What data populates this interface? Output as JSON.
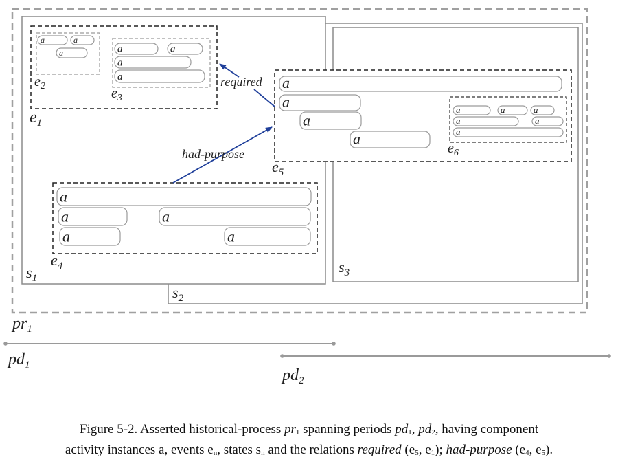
{
  "diagram": {
    "process": {
      "label": "pr",
      "sub": "1"
    },
    "states": [
      {
        "id": "s1",
        "label": "s",
        "sub": "1"
      },
      {
        "id": "s2",
        "label": "s",
        "sub": "2"
      },
      {
        "id": "s3",
        "label": "s",
        "sub": "3"
      }
    ],
    "events": [
      {
        "id": "e1",
        "label": "e",
        "sub": "1"
      },
      {
        "id": "e2",
        "label": "e",
        "sub": "2"
      },
      {
        "id": "e3",
        "label": "e",
        "sub": "3"
      },
      {
        "id": "e4",
        "label": "e",
        "sub": "4"
      },
      {
        "id": "e5",
        "label": "e",
        "sub": "5"
      },
      {
        "id": "e6",
        "label": "e",
        "sub": "6"
      }
    ],
    "activity_label": "a",
    "relations": [
      {
        "name": "required",
        "from": "e5",
        "to": "e1"
      },
      {
        "name": "had-purpose",
        "from": "e4",
        "to": "e5"
      }
    ],
    "periods": [
      {
        "id": "pd1",
        "label": "pd",
        "sub": "1"
      },
      {
        "id": "pd2",
        "label": "pd",
        "sub": "2"
      }
    ],
    "colors": {
      "process_border": "#a0a0a0",
      "state_border": "#8c8c8c",
      "event_border": "#222222",
      "nested_event_border": "#9a9a9a",
      "activity_border": "#9a9a9a",
      "relation_arrow": "#1f3f9a",
      "period_line": "#9a9a9a"
    }
  },
  "caption": {
    "line1_a": "Figure 5-2. Asserted historical-process ",
    "pr": "pr",
    "pr_sub": "1",
    "line1_b": " spanning periods ",
    "pd1": "pd",
    "pd1_sub": "1",
    "comma": ", ",
    "pd2": "pd",
    "pd2_sub": "2",
    "line1_c": ", having component",
    "line2_a": "activity instances a, events e",
    "en_sub": "n",
    "line2_b": ", states s",
    "sn_sub": "n",
    "line2_c": " and the relations ",
    "required": "required",
    "req_args_a": " (e",
    "req_sub1": "5",
    "req_args_b": ", e",
    "req_sub2": "1",
    "req_args_c": "); ",
    "had_purpose": "had-purpose",
    "hp_args_a": " (e",
    "hp_sub1": "4",
    "hp_args_b": ", e",
    "hp_sub2": "5",
    "hp_args_c": ")."
  }
}
